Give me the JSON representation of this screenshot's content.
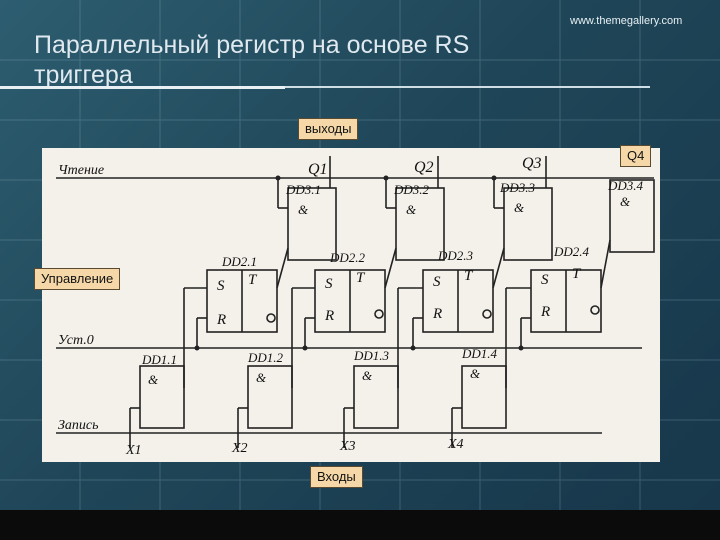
{
  "header": {
    "title": "Параллельный регистр на основе RS триггера",
    "site": "www.themegallery.com"
  },
  "callouts": {
    "outputs": "выходы",
    "q4": "Q4",
    "control": "Управление",
    "inputs": "Входы"
  },
  "diagram": {
    "lines": {
      "read": "Чтение",
      "reset": "Уст.0",
      "write": "Запись"
    },
    "outputs": [
      "Q1",
      "Q2",
      "Q3"
    ],
    "read_gates": [
      "DD3.1",
      "DD3.2",
      "DD3.3",
      "DD3.4"
    ],
    "triggers": [
      "DD2.1",
      "DD2.2",
      "DD2.3",
      "DD2.4"
    ],
    "write_gates": [
      "DD1.1",
      "DD1.2",
      "DD1.3",
      "DD1.4"
    ],
    "inputs": [
      "X1",
      "X2",
      "X3",
      "X4"
    ],
    "and_symbol": "&",
    "pin_s": "S",
    "pin_t": "T",
    "pin_r": "R"
  },
  "colors": {
    "background": "#1f4658",
    "callout": "#f6d8a8",
    "diagram": "#f4f1ea"
  }
}
